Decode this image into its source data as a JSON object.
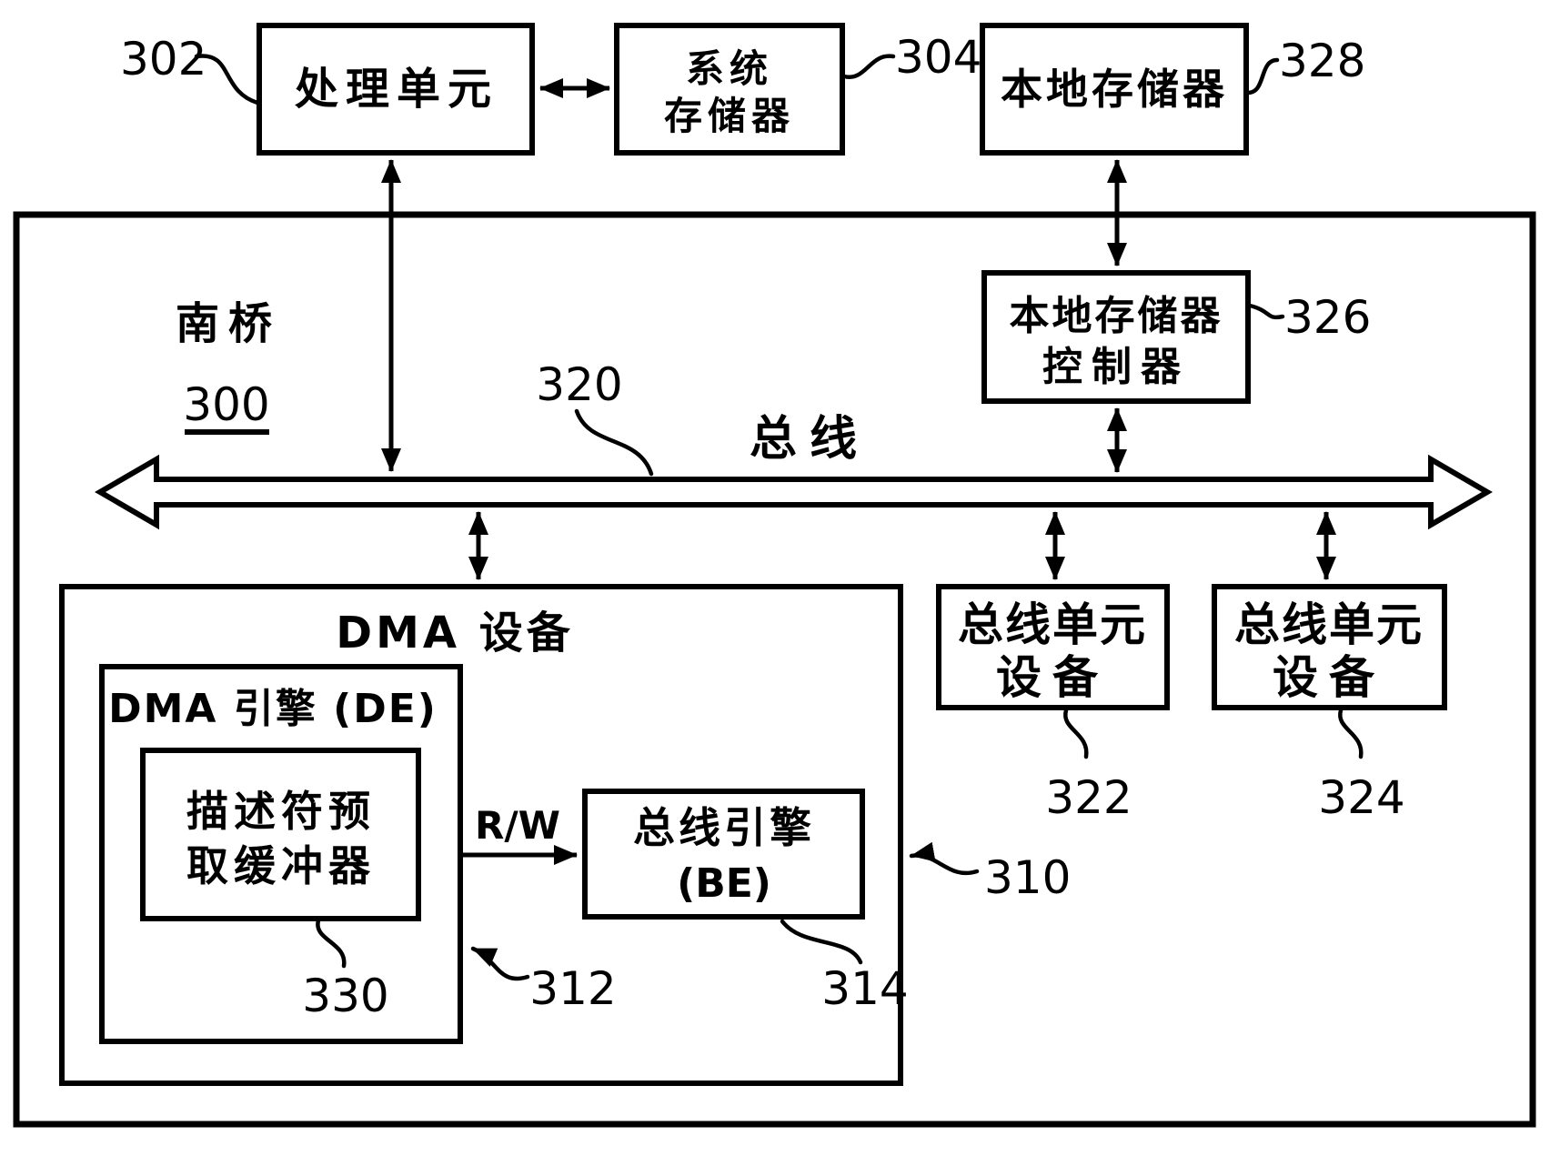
{
  "figure": {
    "background": "#ffffff",
    "ink": "#000000",
    "nodes": {
      "processing_unit": {
        "label": "处理单元",
        "ref": "302"
      },
      "system_memory": {
        "line1": "系统",
        "line2": "存储器",
        "ref": "304"
      },
      "local_memory": {
        "label": "本地存储器",
        "ref": "328"
      },
      "southbridge": {
        "label": "南桥",
        "ref": "300"
      },
      "local_memory_controller": {
        "line1": "本地存储器",
        "line2": "控制器",
        "ref": "326"
      },
      "bus": {
        "label": "总线",
        "ref": "320"
      },
      "dma_device": {
        "label": "DMA 设备",
        "ref": "310"
      },
      "dma_engine": {
        "label": "DMA 引擎 (DE)",
        "ref": "312"
      },
      "descriptor_prefetch_buffer": {
        "line1": "描述符预",
        "line2": "取缓冲器",
        "ref": "330"
      },
      "bus_engine": {
        "line1": "总线引擎",
        "line2": "(BE)",
        "ref": "314"
      },
      "bus_unit_device_left": {
        "line1": "总线单元",
        "line2": "设备",
        "ref": "322"
      },
      "bus_unit_device_right": {
        "line1": "总线单元",
        "line2": "设备",
        "ref": "324"
      }
    },
    "edge_labels": {
      "read_write": "R/W"
    }
  }
}
